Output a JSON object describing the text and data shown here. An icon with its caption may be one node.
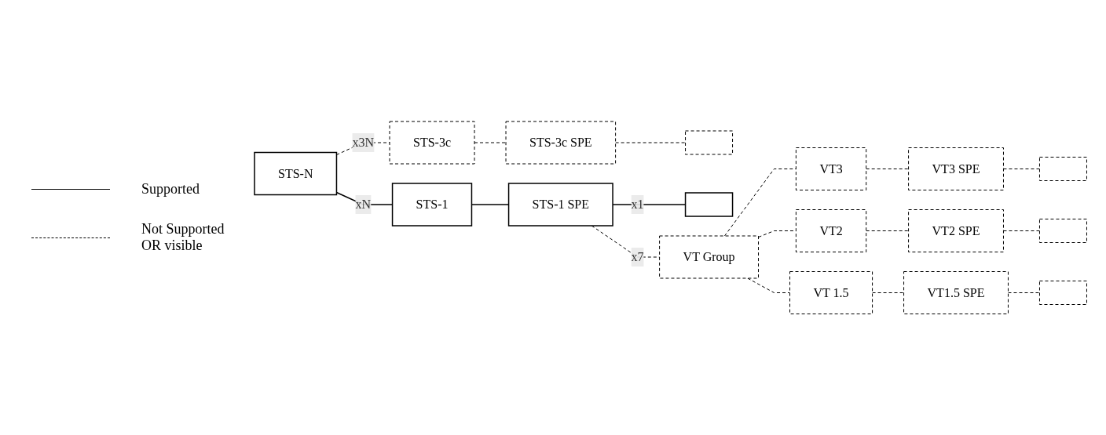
{
  "diagram": {
    "nodes": [
      {
        "text": [
          "STS-N"
        ]
      },
      {
        "text": [
          "STS-3c"
        ]
      },
      {
        "text": [
          "STS-3c SPE"
        ]
      },
      {
        "text": [],
        "shape": "box"
      },
      {
        "text": [
          "STS-1"
        ]
      },
      {
        "text": [
          "STS-1 SPE"
        ]
      },
      {
        "text": [],
        "shape": "box"
      },
      {
        "text": [
          "VT Group"
        ]
      },
      {
        "text": [
          "VT3"
        ]
      },
      {
        "text": [
          "VT3 SPE"
        ]
      },
      {
        "text": [],
        "shape": "box"
      },
      {
        "text": [
          "VT2"
        ]
      },
      {
        "text": [
          "VT2 SPE"
        ]
      },
      {
        "text": [],
        "shape": "box"
      },
      {
        "text": [
          "VT 1.5"
        ]
      },
      {
        "text": [
          "VT1.5 SPE"
        ]
      },
      {
        "text": [],
        "shape": "box"
      }
    ],
    "edges": [
      {
        "from": 0,
        "to": 1,
        "arrow": "none",
        "label": "x3N",
        "style": "dashed"
      },
      {
        "from": 1,
        "to": 2,
        "arrow": "none",
        "style": "dashed"
      },
      {
        "from": 2,
        "to": 3,
        "arrow": "none",
        "style": "dashed"
      },
      {
        "from": 0,
        "to": 4,
        "arrow": "none",
        "label": "xN"
      },
      {
        "from": 4,
        "to": 5,
        "arrow": "none"
      },
      {
        "from": 5,
        "to": 6,
        "arrow": "none",
        "label": "x1"
      },
      {
        "from": 5,
        "to": 7,
        "arrow": "none",
        "label": "x7",
        "style": "dashed"
      },
      {
        "from": 7,
        "to": 8,
        "arrow": "none",
        "style": "dashed"
      },
      {
        "from": 8,
        "to": 9,
        "arrow": "none",
        "style": "dashed"
      },
      {
        "from": 9,
        "to": 10,
        "arrow": "none",
        "style": "dashed"
      },
      {
        "from": 7,
        "to": 11,
        "arrow": "none",
        "style": "dashed"
      },
      {
        "from": 11,
        "to": 12,
        "arrow": "none",
        "style": "dashed"
      },
      {
        "from": 12,
        "to": 13,
        "arrow": "none",
        "style": "dashed"
      },
      {
        "from": 7,
        "to": 14,
        "arrow": "none",
        "style": "dashed"
      },
      {
        "from": 14,
        "to": 15,
        "arrow": "none",
        "style": "dashed"
      },
      {
        "from": 15,
        "to": 16,
        "arrow": "none",
        "style": "dashed"
      }
    ],
    "legend": [
      {
        "text": "Supported"
      },
      {
        "text": "Not Supported OR visible"
      }
    ]
  }
}
